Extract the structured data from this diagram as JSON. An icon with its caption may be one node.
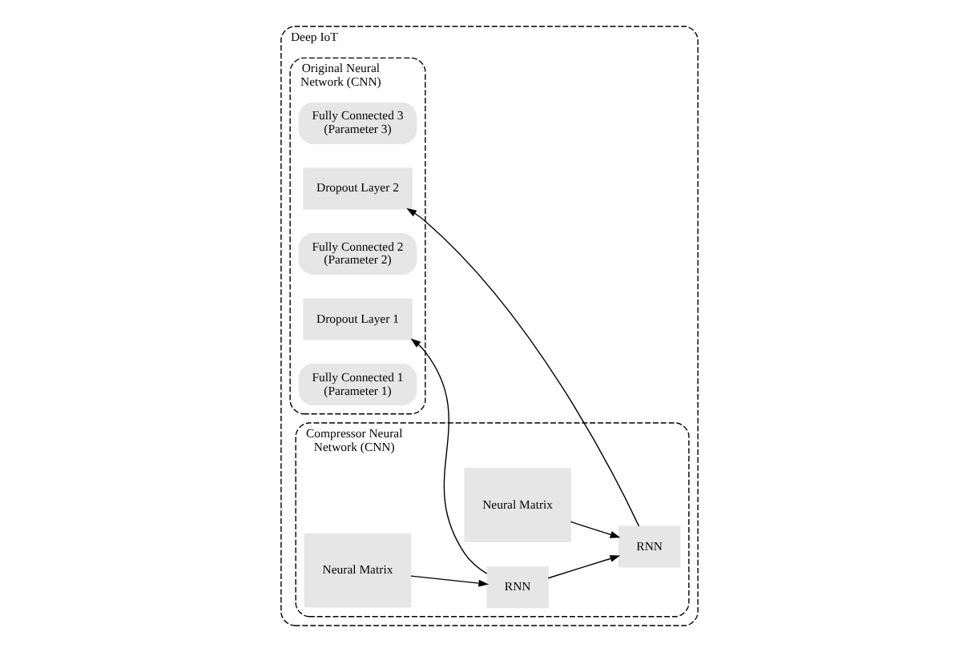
{
  "diagram": {
    "nodes": [
      {
        "text": [
          "Deep IoT"
        ]
      },
      {
        "text": [
          "Original Neural Network (CNN)"
        ],
        "in": 0
      },
      {
        "text": [
          "Fully Connected 3 (Parameter 3)"
        ],
        "in": 1
      },
      {
        "text": [
          "Dropout Layer 2"
        ],
        "in": 1
      },
      {
        "text": [
          "Fully Connected 2 (Parameter 2)"
        ],
        "in": 1
      },
      {
        "text": [
          "Dropout Layer 1"
        ],
        "in": 1
      },
      {
        "text": [
          "Fully Connected 1 (Parameter 1)"
        ],
        "in": 1
      },
      {
        "text": [
          "Compressor Neural Network (CNN)"
        ],
        "in": 0
      },
      {
        "text": [
          "Neural Matrix"
        ],
        "in": 7
      },
      {
        "text": [
          "RNN"
        ],
        "in": 7
      },
      {
        "text": [
          "Neural Matrix"
        ],
        "in": 7
      },
      {
        "text": [
          "RNN"
        ],
        "in": 7
      }
    ],
    "edges": [
      {
        "from": 8,
        "to": 9,
        "arrow": "to"
      },
      {
        "from": 10,
        "to": 11,
        "arrow": "to"
      },
      {
        "from": 11,
        "to": 9,
        "arrow": "to"
      },
      {
        "from": 9,
        "to": 3,
        "arrow": "to"
      },
      {
        "from": 11,
        "to": 5,
        "arrow": "to"
      }
    ]
  }
}
